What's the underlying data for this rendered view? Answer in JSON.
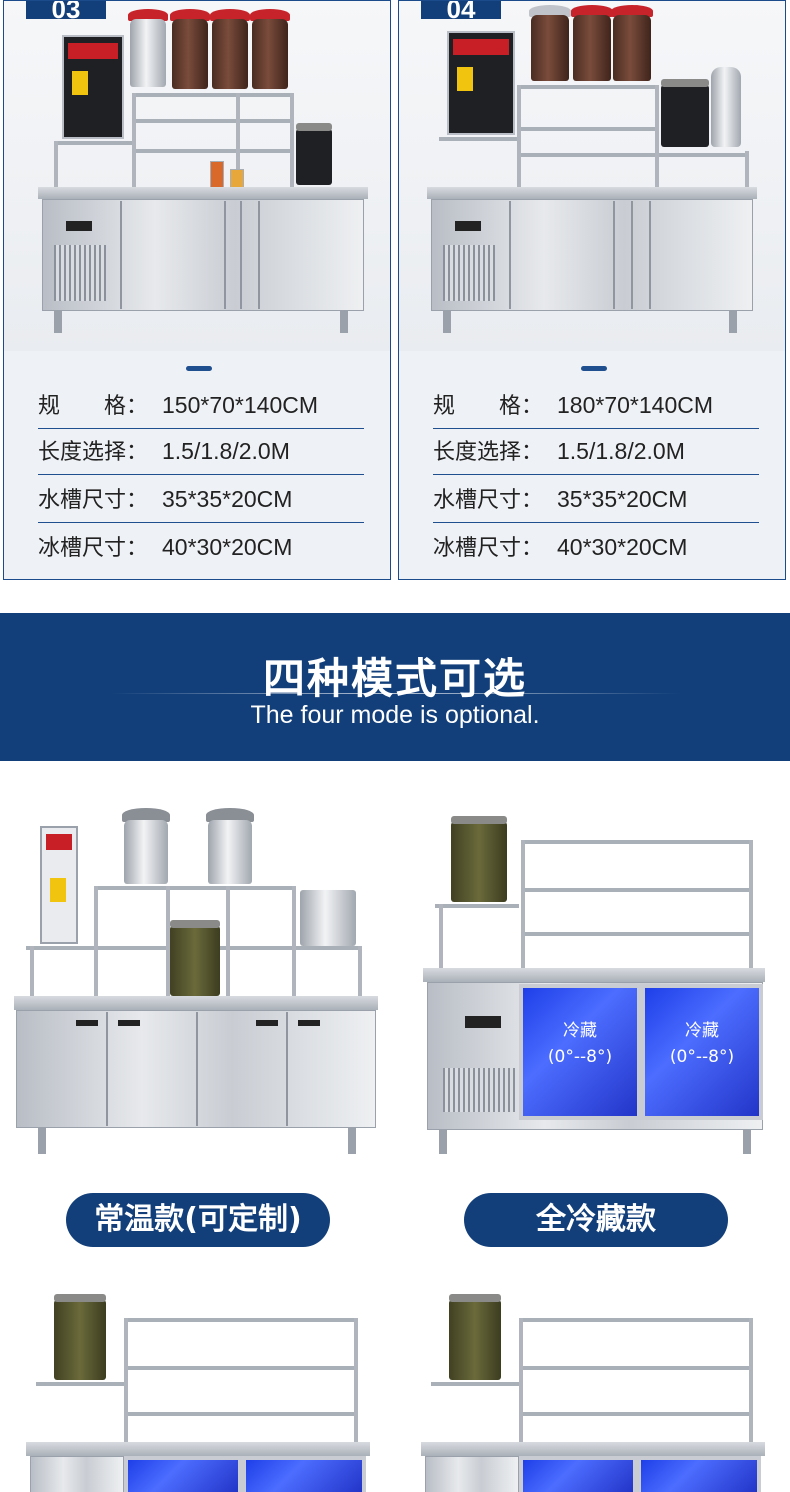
{
  "cards": [
    {
      "tag": "03",
      "specs": [
        {
          "label": "规　　格：",
          "value": "150*70*140CM"
        },
        {
          "label": "长度选择：",
          "value": "1.5/1.8/2.0M"
        },
        {
          "label": "水槽尺寸：",
          "value": "35*35*20CM"
        },
        {
          "label": "冰槽尺寸：",
          "value": "40*30*20CM"
        }
      ]
    },
    {
      "tag": "04",
      "specs": [
        {
          "label": "规　　格：",
          "value": "180*70*140CM"
        },
        {
          "label": "长度选择：",
          "value": "1.5/1.8/2.0M"
        },
        {
          "label": "水槽尺寸：",
          "value": "35*35*20CM"
        },
        {
          "label": "冰槽尺寸：",
          "value": "40*30*20CM"
        }
      ]
    }
  ],
  "banner": {
    "title": "四种模式可选",
    "subtitle": "The four mode is optional."
  },
  "modes": [
    {
      "label": "常温款(可定制)"
    },
    {
      "label": "全冷藏款"
    }
  ],
  "fridge": {
    "door_label": "冷藏",
    "temp_range": "(0°--8°)"
  },
  "colors": {
    "brand_navy": "#123f7a",
    "fridge_blue": "#2a45e6"
  }
}
